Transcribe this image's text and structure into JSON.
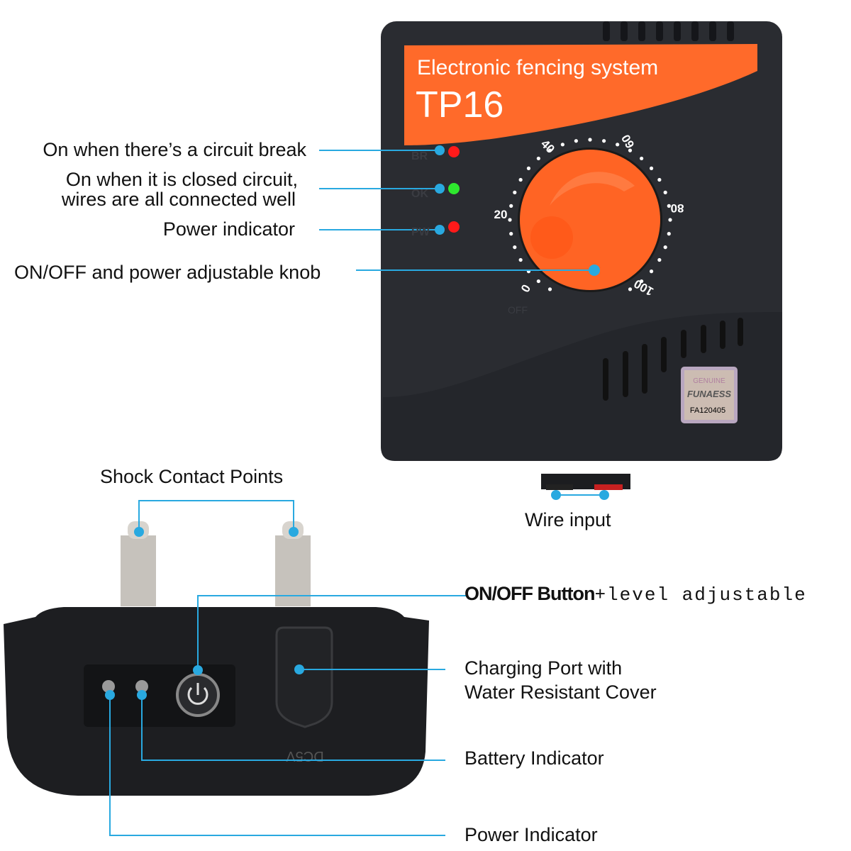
{
  "device": {
    "title": "Electronic fencing system",
    "model": "TP16",
    "led_labels": [
      "BR",
      "OK",
      "PW"
    ],
    "dial_numbers": [
      "0",
      "20",
      "40",
      "60",
      "80",
      "100"
    ],
    "off_label": "OFF",
    "sticker_serial": "FA120405",
    "sticker_brand": "FUNAESS",
    "sticker_text": "GENUINE"
  },
  "callouts": {
    "circuit_break": "On when there’s a circuit break",
    "closed_circuit_1": "On when it is closed circuit,",
    "closed_circuit_2": "wires are all connected well",
    "power_indicator": "Power indicator",
    "knob": "ON/OFF and power adjustable knob",
    "shock_points": "Shock Contact Points",
    "wire_input": "Wire input",
    "onoff_button_a": "ON/OFF Button",
    "onoff_button_b": "+level adjustable",
    "charging_1": "Charging Port with",
    "charging_2": "Water Resistant Cover",
    "battery": "Battery Indicator",
    "collar_power": "Power Indicator"
  },
  "collar": {
    "port_label": "DC5V"
  },
  "colors": {
    "callout": "#29a9e0",
    "body": "#2a2c31",
    "orange": "#ff6a2a",
    "led_red": "#ff1a1a",
    "led_green": "#2ee82e"
  }
}
